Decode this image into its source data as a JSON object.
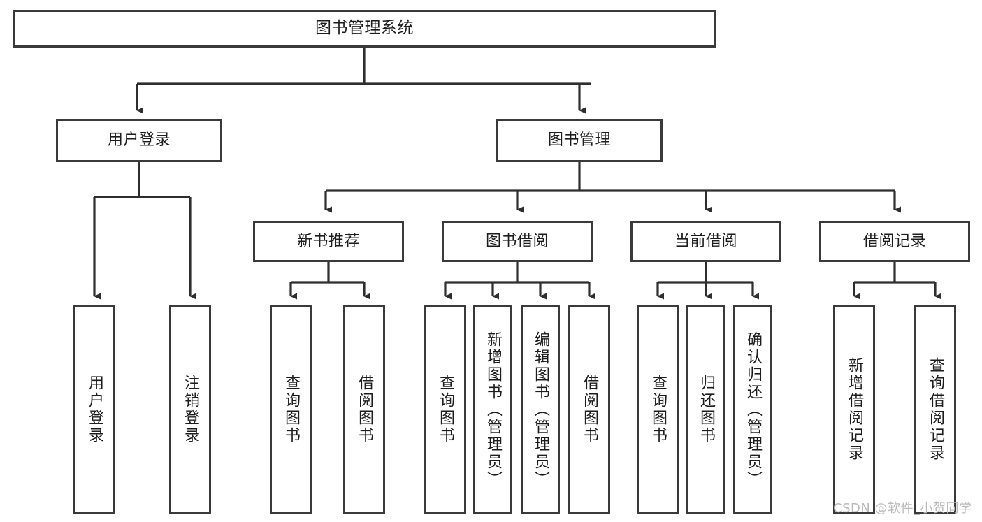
{
  "diagram": {
    "title": "图书管理系统",
    "type": "tree-hierarchy-chart",
    "root": {
      "label": "图书管理系统"
    },
    "level1": [
      {
        "label": "用户登录"
      },
      {
        "label": "图书管理"
      }
    ],
    "level2": [
      {
        "label": "新书推荐"
      },
      {
        "label": "图书借阅"
      },
      {
        "label": "当前借阅"
      },
      {
        "label": "借阅记录"
      }
    ],
    "leaves": [
      {
        "label": "用户登录"
      },
      {
        "label": "注销登录"
      },
      {
        "label": "查询图书"
      },
      {
        "label": "借阅图书"
      },
      {
        "label": "查询图书"
      },
      {
        "label": "新增图书（管理员）"
      },
      {
        "label": "编辑图书（管理员）"
      },
      {
        "label": "借阅图书"
      },
      {
        "label": "查询图书"
      },
      {
        "label": "归还图书"
      },
      {
        "label": "确认归还（管理员）"
      },
      {
        "label": "新增借阅记录"
      },
      {
        "label": "查询借阅记录"
      }
    ],
    "watermark": "CSDN @软件_小贺同学",
    "colors": {
      "stroke": "#3a3a3a",
      "fill": "#ffffff",
      "text": "#1d1d1d",
      "watermark": "#b9b9b9"
    }
  }
}
